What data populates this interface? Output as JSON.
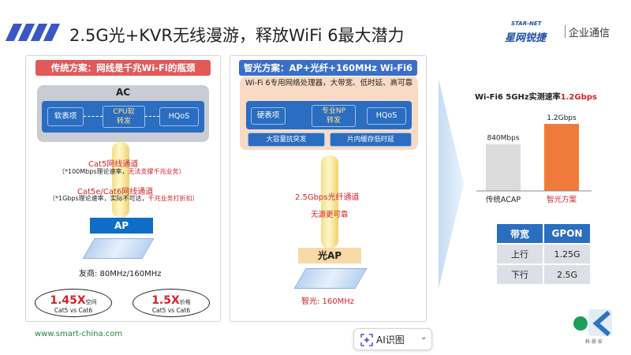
{
  "title": "2.5G光+KVR无线漫游，释放WiFi 6最大潜力",
  "logo": {
    "brand_top": "STAR-NET",
    "brand_main": "星网锐捷",
    "brand_sub": "企业通信"
  },
  "left": {
    "heading": "传统方案：网线是千兆Wi-Fi的瓶颈",
    "ac_label": "AC",
    "chips": [
      "软表项",
      "CPU软\n转发",
      "HQoS"
    ],
    "cat5_label": "Cat5网线通道",
    "cat5_note_a": "（*100Mbps理论速率，",
    "cat5_note_b": "无法支撑千兆业务）",
    "cat6_label": "Cat5e/Cat6网线通道",
    "cat6_note_a": "（*1Gbps理论速率，实际不可达，",
    "cat6_note_b": "千兆业务打折扣）",
    "ap_label": "AP",
    "freq": "友商: 80MHz/160MHz",
    "stat1_big": "1.45X",
    "stat1_small": "空间",
    "stat1_sub": "Cat5 vs Cat6",
    "stat2_big": "1.5X",
    "stat2_small": "价格",
    "stat2_sub": "Cat5 vs Cat6"
  },
  "right": {
    "heading": "智光方案：AP+光纤+160MHz Wi-Fi6",
    "processor": "Wi-Fi 6专用网络处理器，大带宽、低时延、高可靠",
    "chips": [
      "硬表项",
      "专业NP\n转发",
      "HQoS"
    ],
    "feat1": "大容量抗突发",
    "feat2": "片内缓存低时延",
    "fiber_label": "2.5Gbps光纤通道",
    "fiber_note": "无源更可靠",
    "ap_label": "光AP",
    "freq": "智光: 160MHz"
  },
  "chart_data": {
    "type": "bar",
    "title_prefix": "Wi-Fi6 5GHz实测速率",
    "title_highlight": "1.2Gbps",
    "categories": [
      "传统ACAP",
      "智光方案"
    ],
    "values": [
      840,
      1200
    ],
    "value_labels": [
      "840Mbps",
      "1.2Gbps"
    ],
    "colors": [
      "#dcdcdc",
      "#f07a3a"
    ],
    "ylim": [
      0,
      1300
    ]
  },
  "table": {
    "headers": [
      "带宽",
      "GPON"
    ],
    "rows": [
      [
        "上行",
        "1.25G"
      ],
      [
        "下行",
        "2.5G"
      ]
    ]
  },
  "footer": {
    "url": "www.smart-china.com",
    "corner_caption": "科·慧·安"
  },
  "ai_button": {
    "label": "AI识图"
  },
  "colors": {
    "accent": "#2b6dc0",
    "red": "#d2232a",
    "orange": "#f07a3a",
    "fiber": "#f5d87a"
  }
}
